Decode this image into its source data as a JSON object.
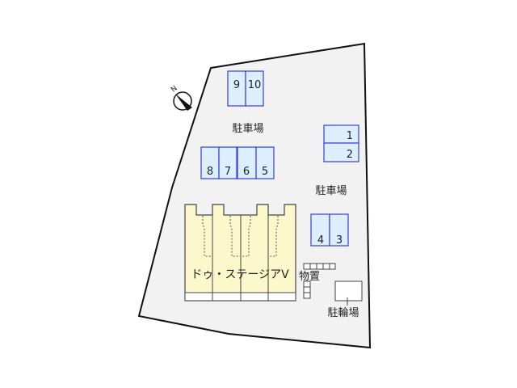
{
  "site": {
    "outline_fill": "#f2f2f2",
    "outline_stroke": "#111111"
  },
  "compass": {
    "label": "N"
  },
  "parking": {
    "slot_fill": "#dcefff",
    "slot_stroke": "#3b3bd9",
    "label_a": "駐車場",
    "label_b": "駐車場",
    "slots": [
      {
        "num": "1"
      },
      {
        "num": "2"
      },
      {
        "num": "3"
      },
      {
        "num": "4"
      },
      {
        "num": "5"
      },
      {
        "num": "6"
      },
      {
        "num": "7"
      },
      {
        "num": "8"
      },
      {
        "num": "9"
      },
      {
        "num": "10"
      }
    ]
  },
  "building": {
    "name": "ドゥ・ステージアV",
    "fill": "#fdf8cc",
    "stroke": "#444444"
  },
  "storage": {
    "label": "物置"
  },
  "bicycle": {
    "label": "駐輪場"
  }
}
